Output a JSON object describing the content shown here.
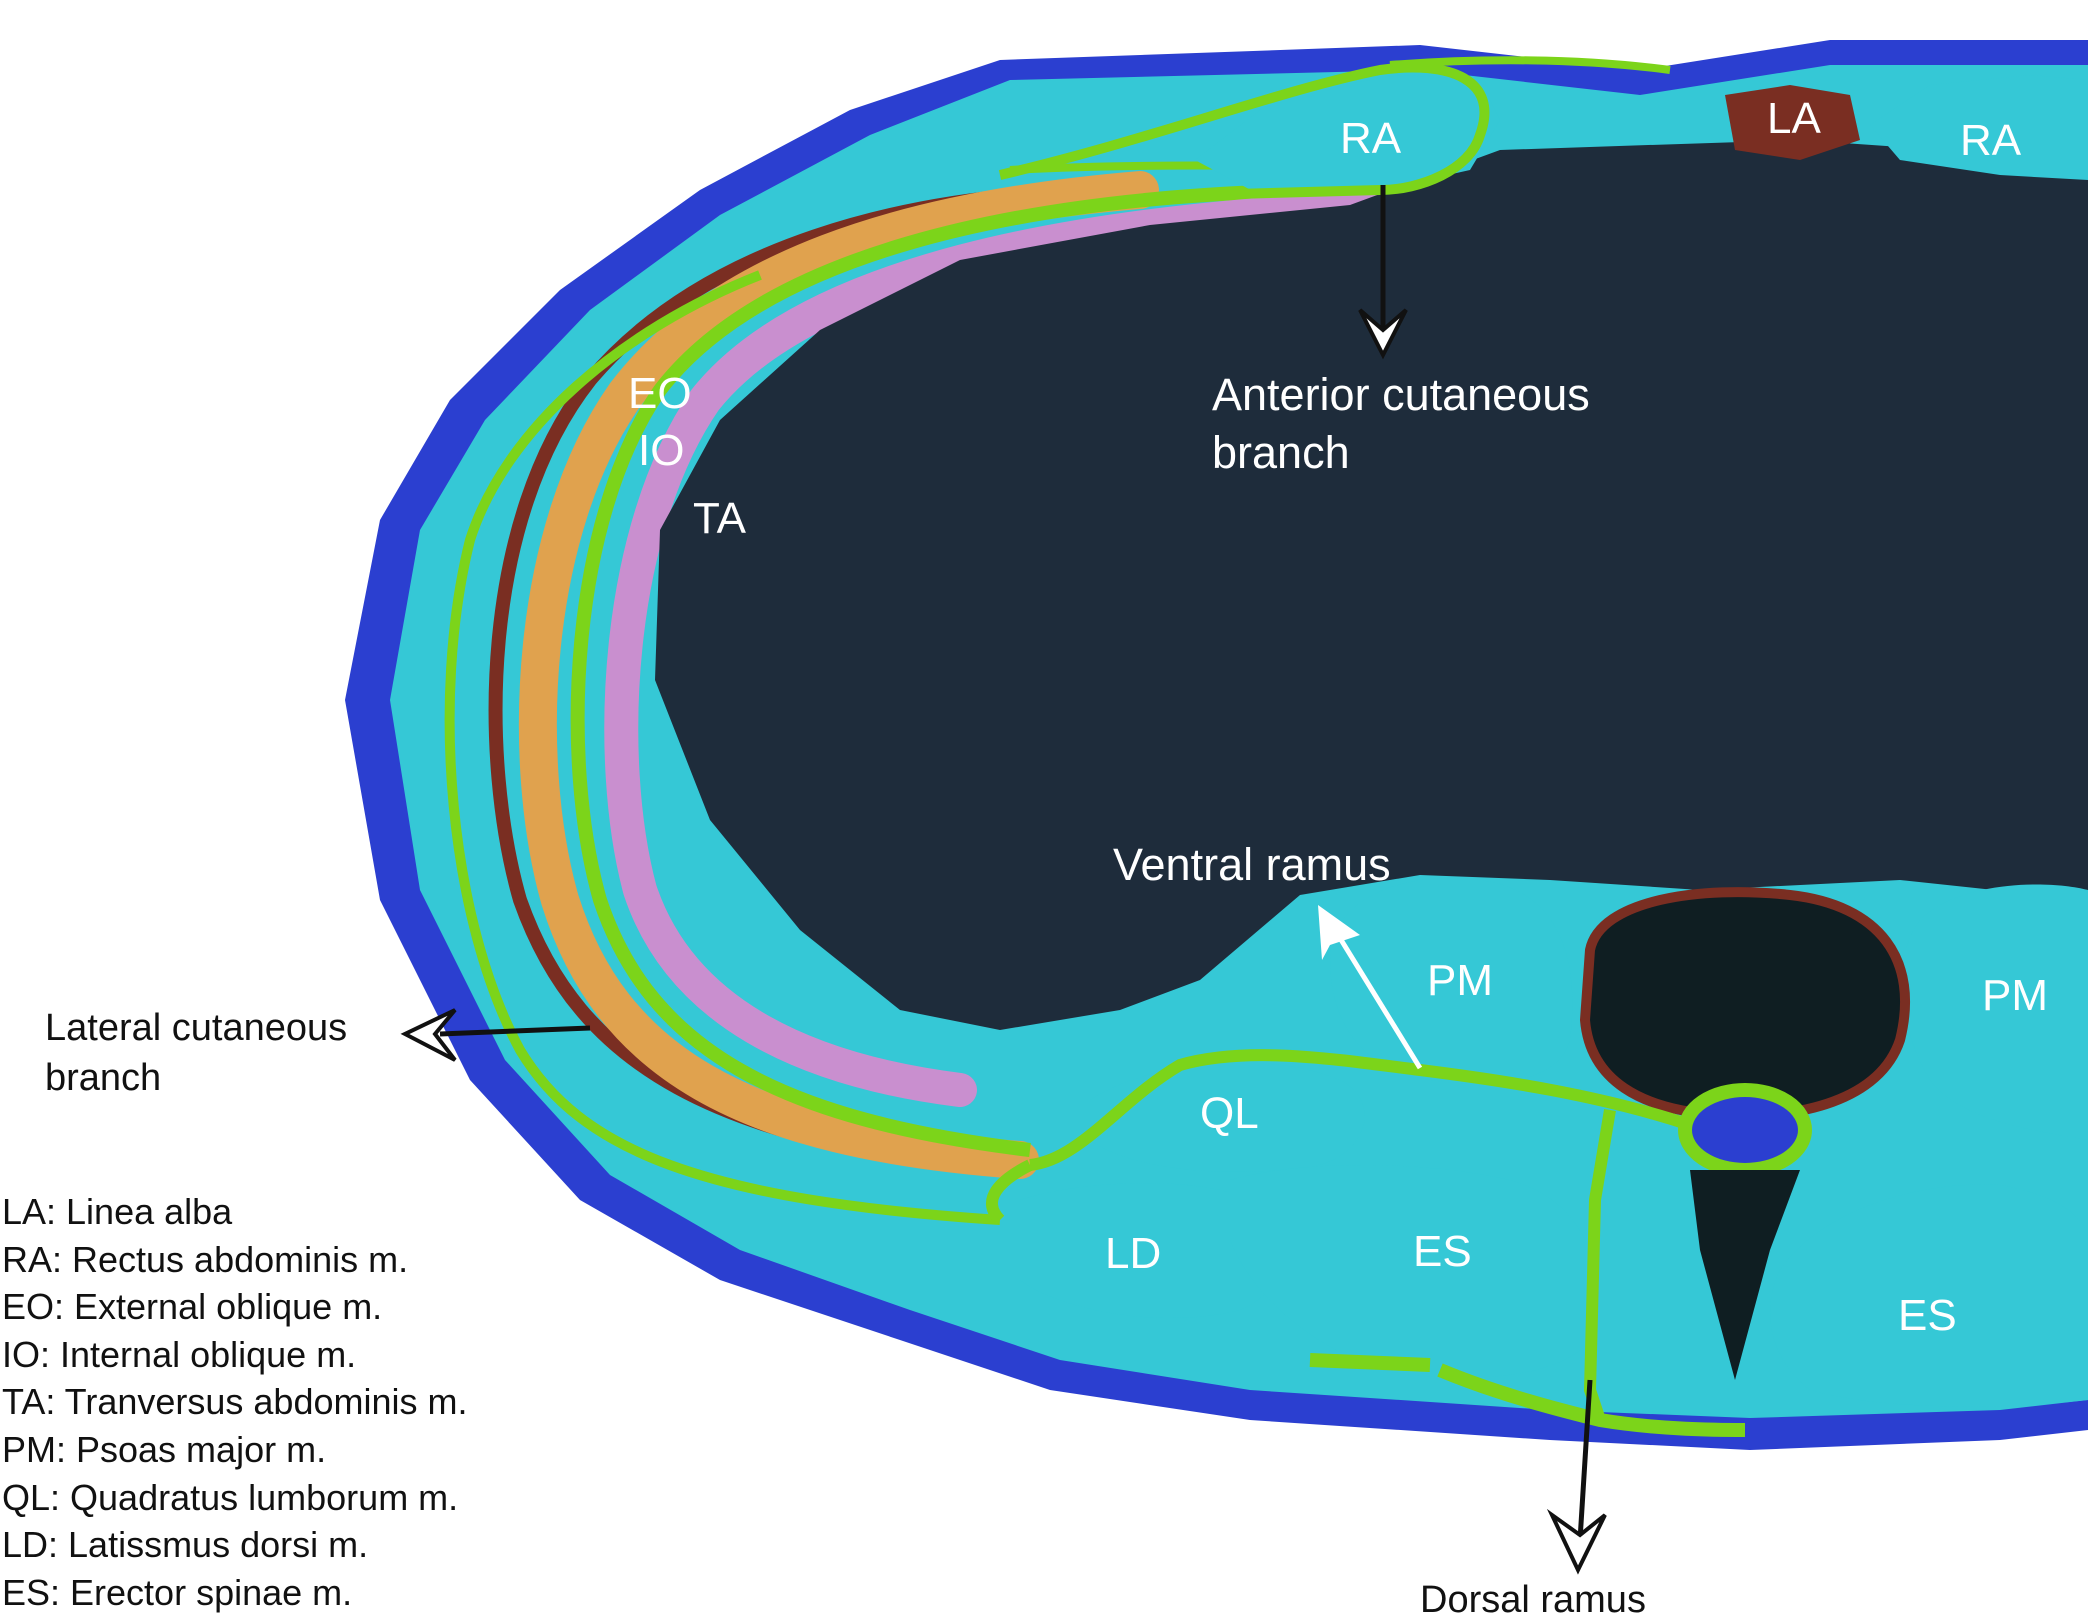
{
  "colors": {
    "skin": "#2b3fd0",
    "muscle": "#35c8d6",
    "nerve": "#7cd41a",
    "internal_oblique": "#e0a24e",
    "transversus": "#c98fcf",
    "cavity": "#1e2c3b",
    "fascia": "#7a2e22"
  },
  "labels": {
    "ra_left": "RA",
    "la": "LA",
    "ra_right": "RA",
    "eo": "EO",
    "io": "IO",
    "ta": "TA",
    "pm_left": "PM",
    "pm_right": "PM",
    "ql": "QL",
    "ld": "LD",
    "es_left": "ES",
    "es_right": "ES"
  },
  "callouts": {
    "anterior_line1": "Anterior cutaneous",
    "anterior_line2": "branch",
    "ventral_ramus": "Ventral ramus",
    "lateral_line1": "Lateral cutaneous",
    "lateral_line2": "branch",
    "dorsal_ramus": "Dorsal ramus"
  },
  "legend": [
    "LA: Linea alba",
    "RA: Rectus abdominis m.",
    "EO: External oblique m.",
    "IO: Internal oblique m.",
    "TA: Tranversus abdominis m.",
    "PM: Psoas major m.",
    "QL: Quadratus lumborum m.",
    "LD: Latissmus dorsi m.",
    "ES: Erector spinae m."
  ]
}
